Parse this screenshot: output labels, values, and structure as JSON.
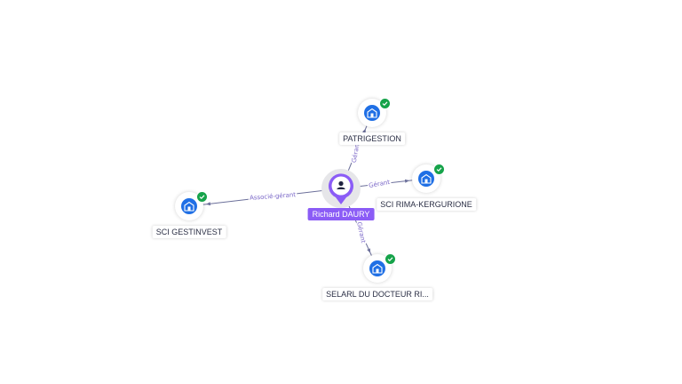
{
  "graph": {
    "center": {
      "name": "Richard DAURY",
      "type": "person",
      "icon": "person-icon",
      "accent": "#8b5cf6"
    },
    "companies": [
      {
        "id": "patrigestion",
        "name": "PATRIGESTION",
        "relation": "Gérant",
        "icon": "building-icon",
        "status": "check-icon"
      },
      {
        "id": "sci-rima-kergurione",
        "name": "SCI RIMA-KERGURIONE",
        "relation": "Gérant",
        "icon": "building-icon",
        "status": "check-icon"
      },
      {
        "id": "sci-gestinvest",
        "name": "SCI GESTINVEST",
        "relation": "Associé-gérant",
        "icon": "building-icon",
        "status": "check-icon"
      },
      {
        "id": "selarl-du-docteur",
        "name": "SELARL DU DOCTEUR RI...",
        "relation": "Gérant",
        "icon": "building-icon",
        "status": "check-icon"
      }
    ],
    "colors": {
      "company": "#1f6fe5",
      "verified": "#16a34a",
      "edge": "#6b6f9a",
      "edge_label": "#7b68c8"
    }
  }
}
